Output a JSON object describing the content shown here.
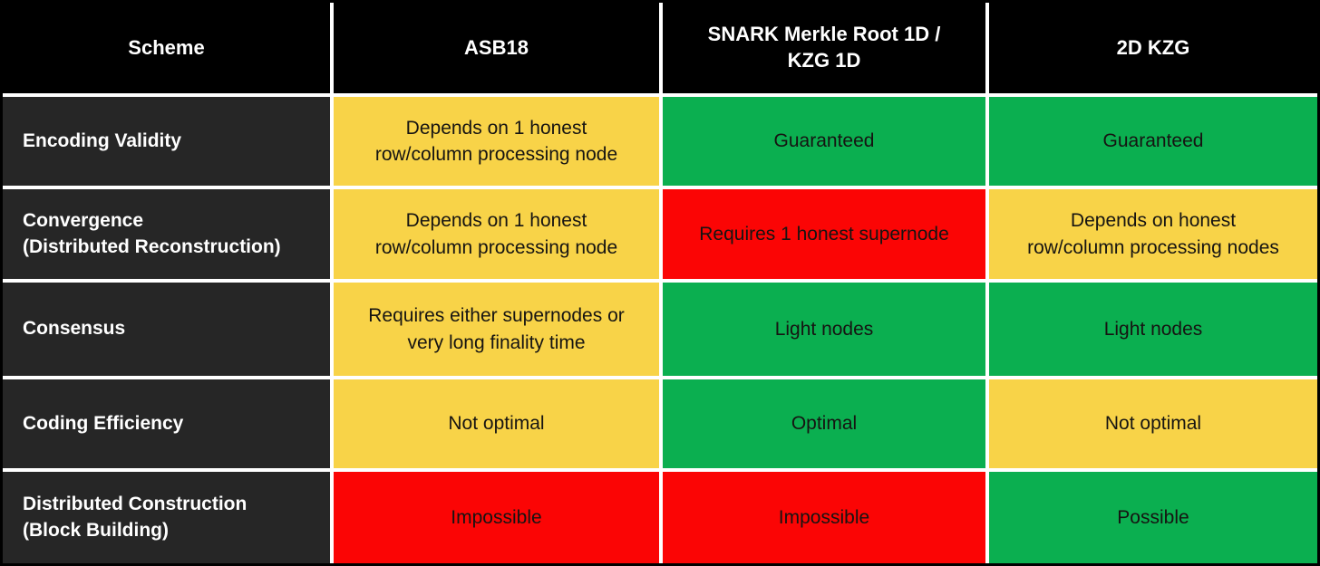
{
  "colors": {
    "header-bg": "#000000",
    "header-text": "#ffffff",
    "label-bg": "#262626",
    "label-text": "#ffffff",
    "good": "#0BAF50",
    "warning": "#F8D348",
    "bad": "#FB0505",
    "cell-text": "#161412",
    "grid-line": "#FFFFFF",
    "frame": "#000000"
  },
  "chart_data": {
    "type": "table",
    "columns": [
      "Scheme",
      "ASB18",
      "SNARK Merkle Root 1D /\nKZG 1D",
      "2D KZG"
    ],
    "status_legend": {
      "good": "green",
      "warning": "yellow",
      "bad": "red"
    },
    "rows": [
      {
        "label": "Encoding Validity",
        "cells": [
          {
            "text": "Depends on 1 honest\nrow/column processing node",
            "status": "warning"
          },
          {
            "text": "Guaranteed",
            "status": "good"
          },
          {
            "text": "Guaranteed",
            "status": "good"
          }
        ]
      },
      {
        "label": "Convergence\n(Distributed Reconstruction)",
        "cells": [
          {
            "text": "Depends on 1 honest\nrow/column processing node",
            "status": "warning"
          },
          {
            "text": "Requires 1 honest supernode",
            "status": "bad"
          },
          {
            "text": "Depends on honest\nrow/column processing nodes",
            "status": "warning"
          }
        ]
      },
      {
        "label": "Consensus",
        "cells": [
          {
            "text": "Requires either supernodes or\nvery long finality time",
            "status": "warning"
          },
          {
            "text": "Light nodes",
            "status": "good"
          },
          {
            "text": "Light nodes",
            "status": "good"
          }
        ]
      },
      {
        "label": "Coding Efficiency",
        "cells": [
          {
            "text": "Not optimal",
            "status": "warning"
          },
          {
            "text": "Optimal",
            "status": "good"
          },
          {
            "text": "Not optimal",
            "status": "warning"
          }
        ]
      },
      {
        "label": "Distributed Construction\n(Block Building)",
        "cells": [
          {
            "text": "Impossible",
            "status": "bad"
          },
          {
            "text": "Impossible",
            "status": "bad"
          },
          {
            "text": "Possible",
            "status": "good"
          }
        ]
      }
    ]
  }
}
